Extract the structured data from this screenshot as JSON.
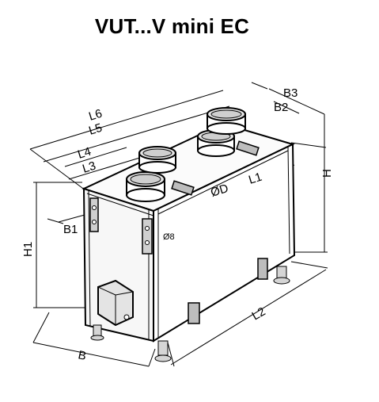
{
  "title": "VUT...V mini EC",
  "dimensions": {
    "l6": "L6",
    "l5": "L5",
    "l4": "L4",
    "l3": "L3",
    "l2": "L2",
    "l1": "L1",
    "b3": "B3",
    "b2": "B2",
    "b1": "B1",
    "b": "B",
    "h": "H",
    "h1": "H1",
    "diameter": "ØD",
    "hole": "Ø8"
  }
}
